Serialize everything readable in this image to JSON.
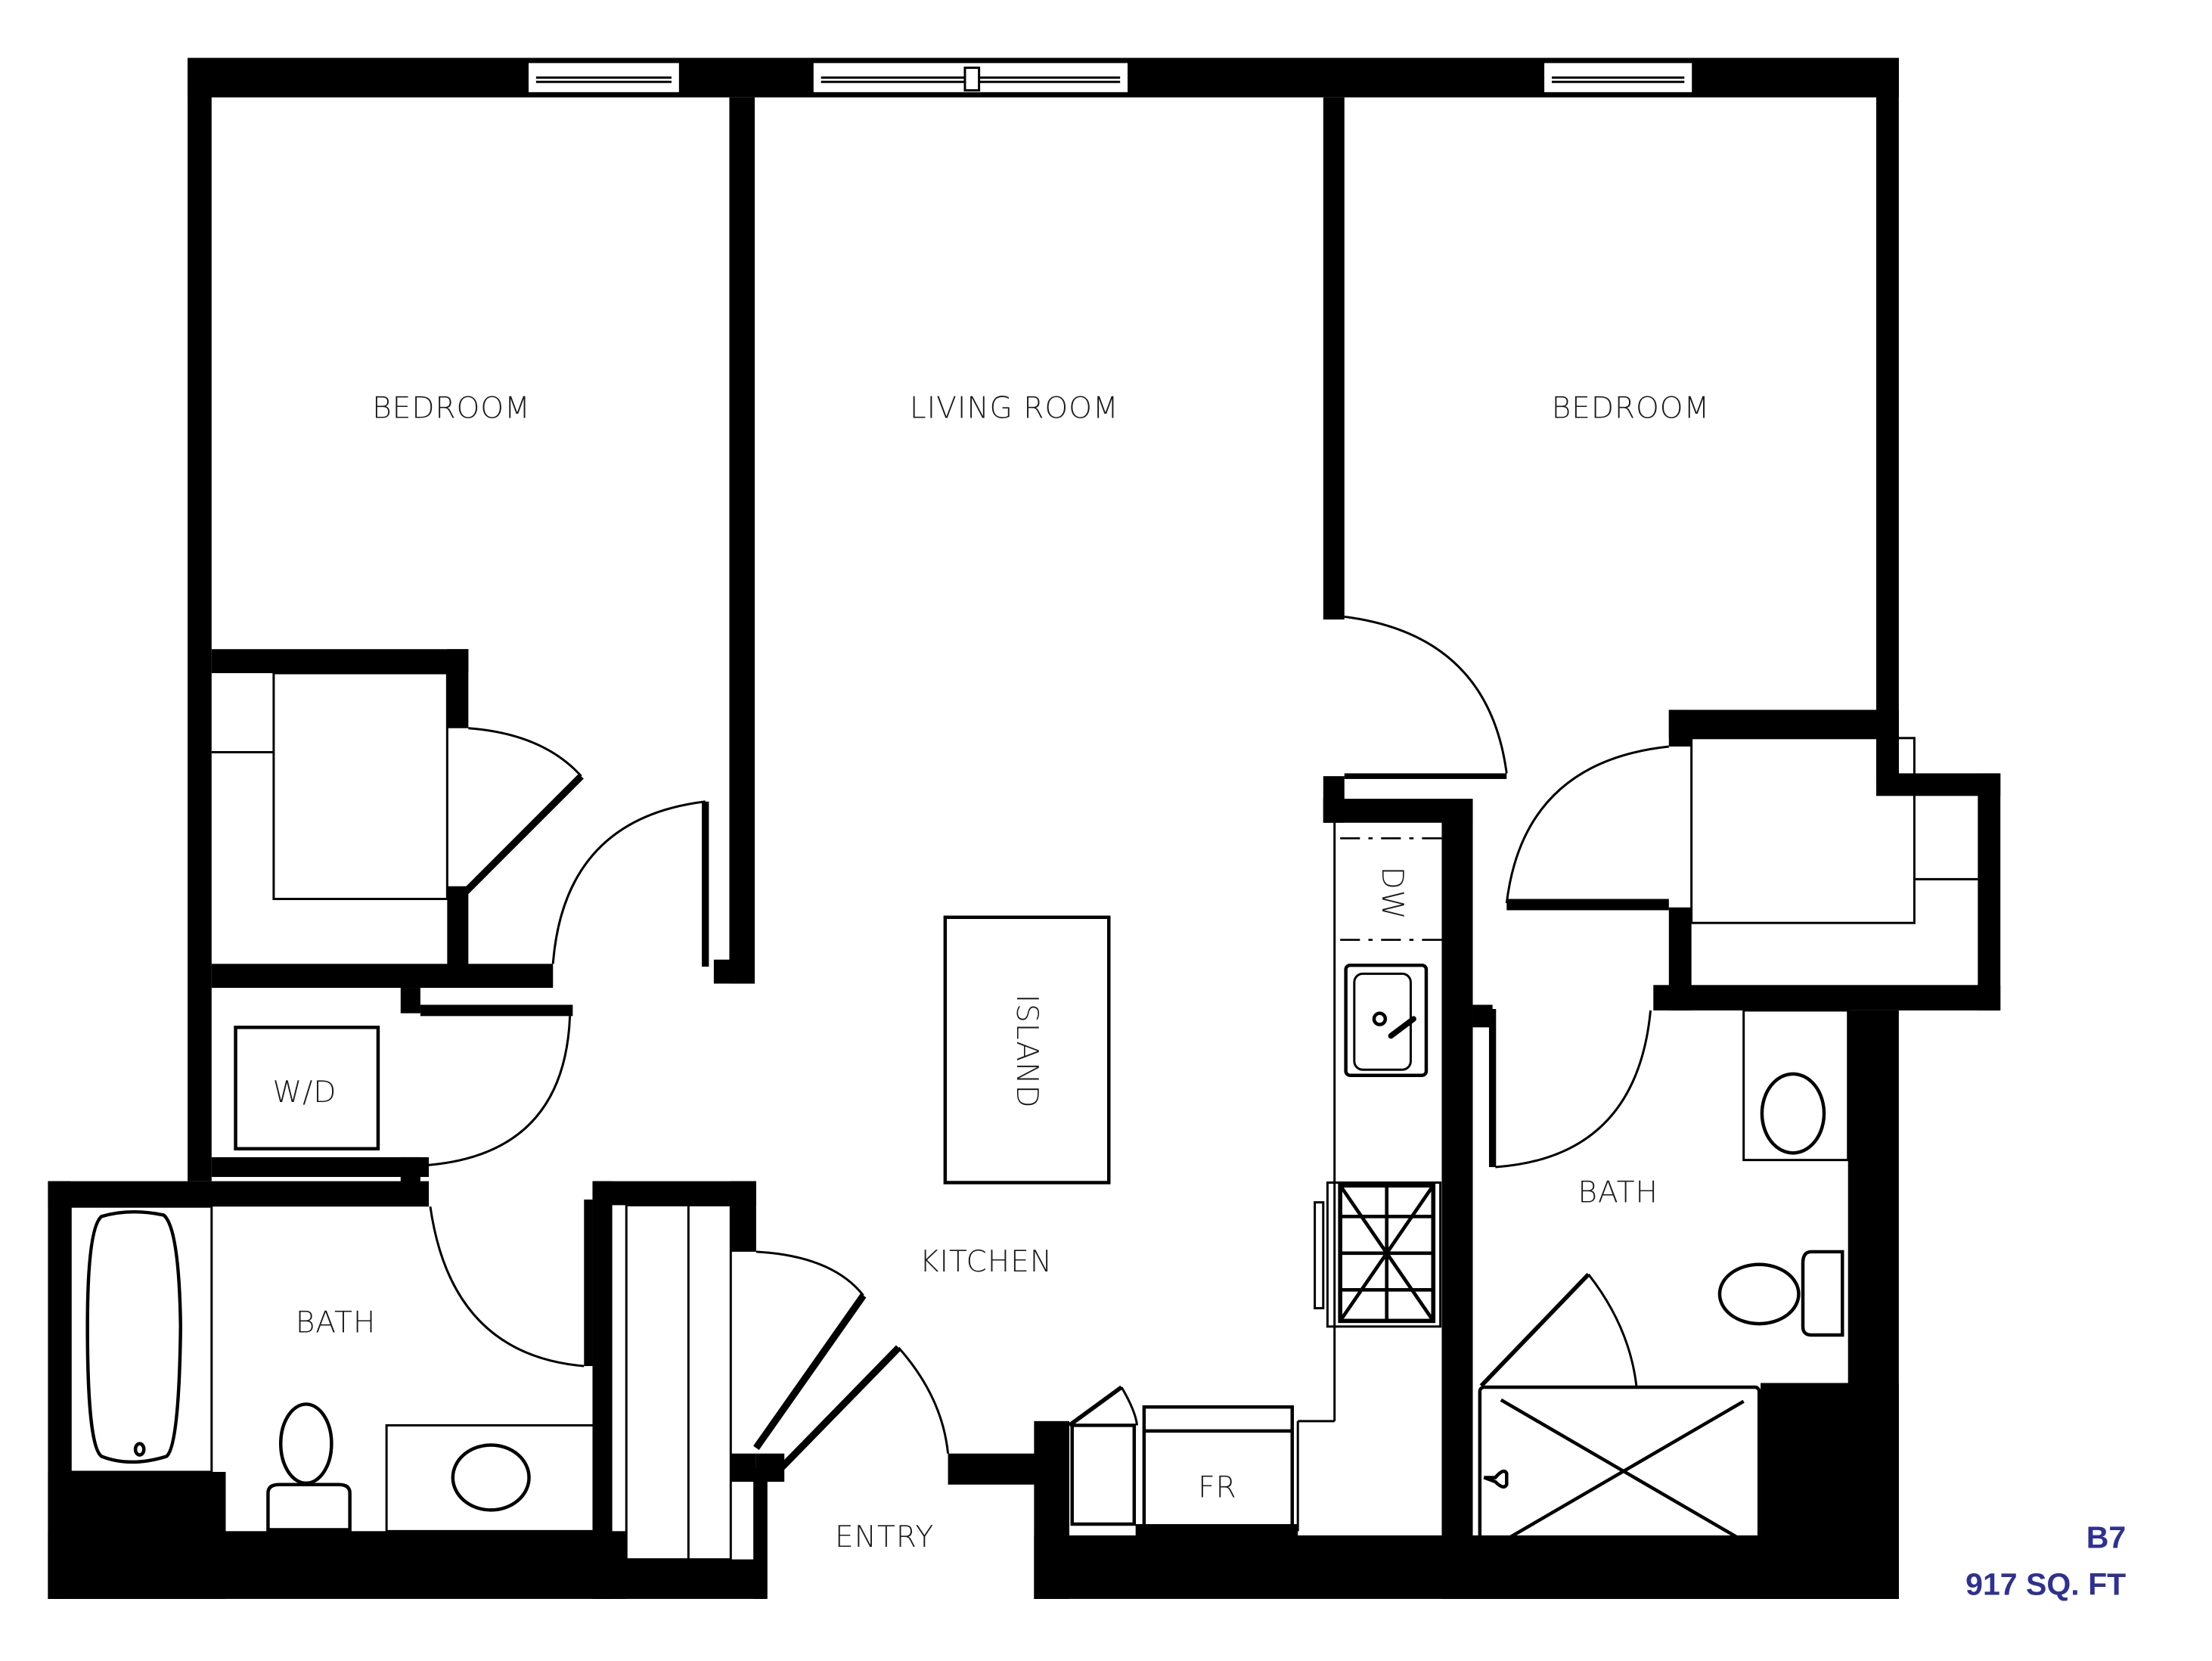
{
  "floorplan": {
    "unit": {
      "name": "B7",
      "area": "917 SQ. FT",
      "color": "#2e3192"
    },
    "rooms": {
      "bedroom_left": "BEDROOM",
      "living_room": "LIVING ROOM",
      "bedroom_right": "BEDROOM",
      "wd": "W/D",
      "island": "ISLAND",
      "dw": "DW",
      "kitchen": "KITCHEN",
      "bath_left": "BATH",
      "bath_right": "BATH",
      "fr": "FR",
      "entry": "ENTRY"
    },
    "wall_color": "#000000"
  }
}
